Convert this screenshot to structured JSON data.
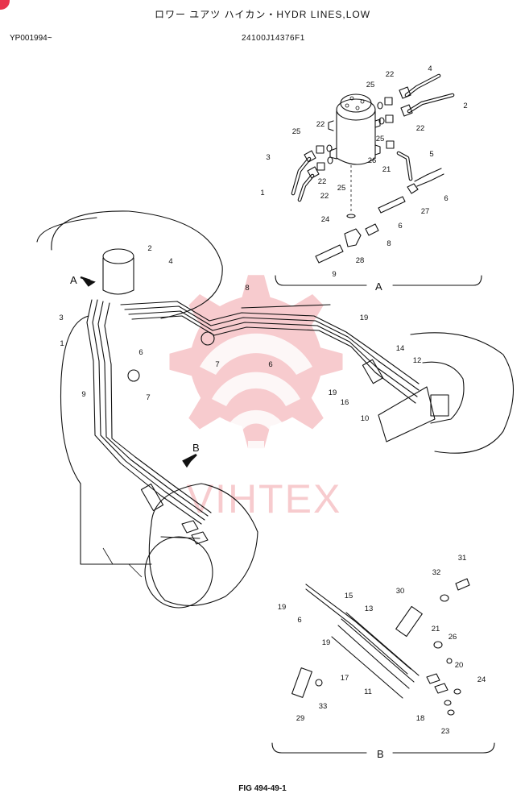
{
  "header": {
    "title": "ロワー ユアツ ハイカン・HYDR LINES,LOW",
    "serial": "YP001994~",
    "code": "24100J14376F1"
  },
  "footer": {
    "figure": "FIG 494-49-1"
  },
  "watermark": {
    "text": "VIHTEX",
    "color": "#f2a9ae"
  },
  "views": {
    "a_label": "A",
    "b_label": "B"
  },
  "callouts": {
    "view_a": [
      "4",
      "2",
      "22",
      "25",
      "22",
      "22",
      "25",
      "25",
      "3",
      "26",
      "21",
      "5",
      "22",
      "1",
      "25",
      "22",
      "6",
      "24",
      "27",
      "6",
      "8",
      "28",
      "9"
    ],
    "main": [
      "2",
      "4",
      "3",
      "8",
      "1",
      "19",
      "6",
      "7",
      "14",
      "12",
      "6",
      "7",
      "19",
      "16",
      "10",
      "9"
    ],
    "view_b": [
      "31",
      "32",
      "30",
      "19",
      "15",
      "13",
      "6",
      "19",
      "21",
      "26",
      "20",
      "24",
      "17",
      "11",
      "29",
      "33",
      "18",
      "23"
    ]
  }
}
